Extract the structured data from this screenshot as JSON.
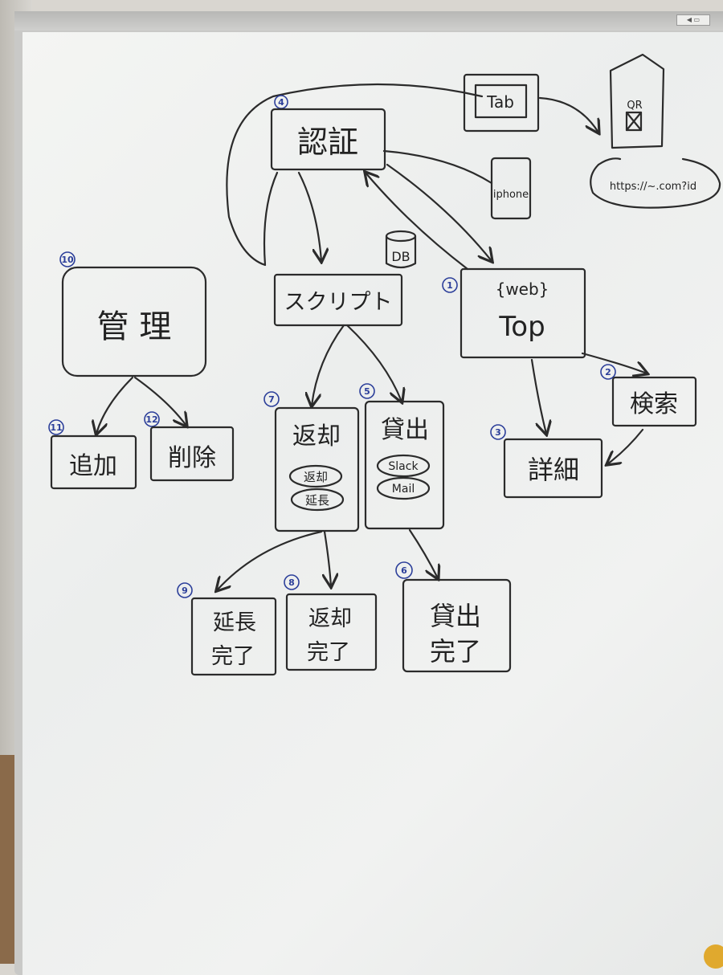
{
  "board": {
    "brand_tag": "◀ ▭"
  },
  "nodes": {
    "auth": {
      "label": "認証",
      "number": "4"
    },
    "tab": {
      "label": "Tab"
    },
    "qr": {
      "label": "QR"
    },
    "url": {
      "label": "https://~.com?id"
    },
    "iphone": {
      "label": "iphone"
    },
    "db": {
      "label": "DB"
    },
    "script": {
      "label": "スクリプト"
    },
    "web_top": {
      "line1": "{web}",
      "line2": "Top",
      "number": "1"
    },
    "admin": {
      "label": "管 理",
      "number": "10"
    },
    "add": {
      "label": "追加",
      "number": "11"
    },
    "delete": {
      "label": "削除",
      "number": "12"
    },
    "return": {
      "label": "返却",
      "number": "7",
      "badge1": "返却",
      "badge2": "延長"
    },
    "lend": {
      "label": "貸出",
      "number": "5",
      "badge1": "Slack",
      "badge2": "Mail"
    },
    "search": {
      "label": "検索",
      "number": "2"
    },
    "detail": {
      "label": "詳細",
      "number": "3"
    },
    "extend_done": {
      "line1": "延長",
      "line2": "完了",
      "number": "9"
    },
    "return_done": {
      "line1": "返却",
      "line2": "完了",
      "number": "8"
    },
    "lend_done": {
      "line1": "貸出",
      "line2": "完了",
      "number": "6"
    }
  },
  "colors": {
    "ink": "#2b2b2b",
    "number_ink": "#2c3f9a",
    "board": "#f1f2f1",
    "frame": "#c9c9c7",
    "magnet": "#e0a92e"
  }
}
